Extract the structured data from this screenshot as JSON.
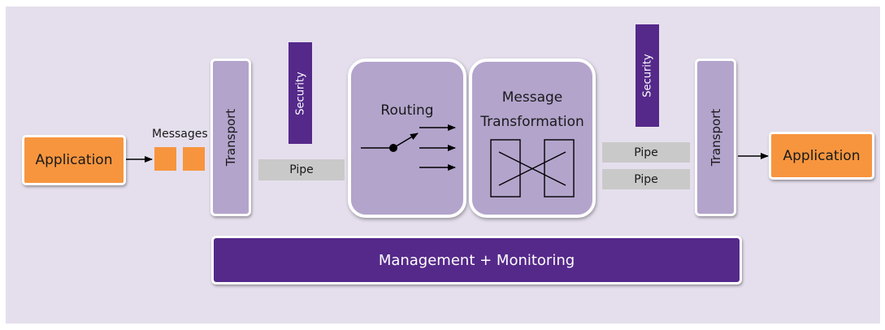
{
  "diagram": {
    "left_application": "Application",
    "messages_label": "Messages",
    "left_transport": "Transport",
    "left_security": "Security",
    "left_pipe": "Pipe",
    "routing": "Routing",
    "transformation_line1": "Message",
    "transformation_line2": "Transformation",
    "right_security": "Security",
    "right_pipe_top": "Pipe",
    "right_pipe_bottom": "Pipe",
    "right_transport": "Transport",
    "right_application": "Application",
    "management": "Management + Monitoring"
  },
  "colors": {
    "background": "#e5dfed",
    "application": "#f7953e",
    "light_purple": "#b3a4cc",
    "dark_purple": "#55298a",
    "pipe": "#c9c9c9"
  }
}
